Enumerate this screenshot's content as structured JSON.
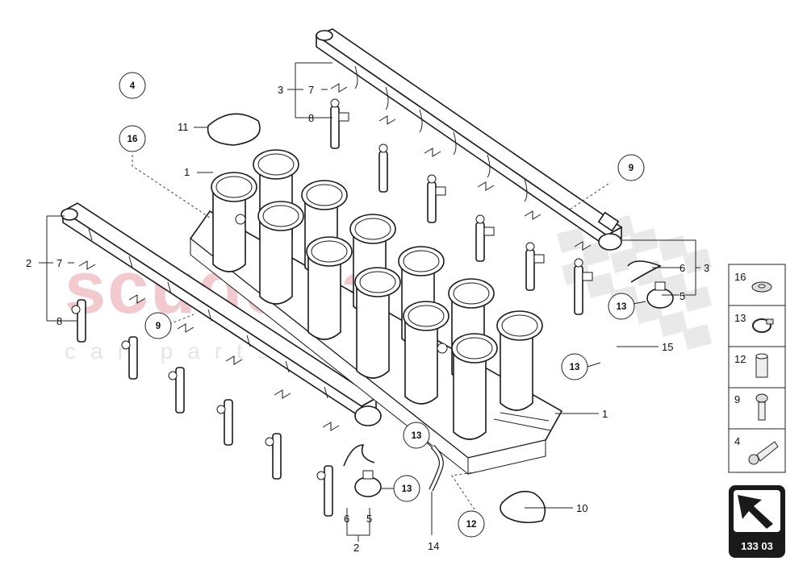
{
  "diagram_code": "133 03",
  "watermark": {
    "main": "scuderia",
    "sub": "car parts"
  },
  "callouts": {
    "c1a": "1",
    "c1b": "1",
    "c2a": "2",
    "c2b": "2",
    "c3a": "3",
    "c3b": "3",
    "c4": "4",
    "c5a": "5",
    "c5b": "5",
    "c6a": "6",
    "c6b": "6",
    "c7a": "7",
    "c7b": "7",
    "c8a": "8",
    "c8b": "8",
    "c9a": "9",
    "c9b": "9",
    "c10": "10",
    "c11": "11",
    "c12": "12",
    "c13a": "13",
    "c13b": "13",
    "c13c": "13",
    "c13d": "13",
    "c14": "14",
    "c15": "15",
    "c16": "16"
  },
  "legend": [
    {
      "number": "16",
      "icon": "washer-icon"
    },
    {
      "number": "13",
      "icon": "hose-clamp-icon"
    },
    {
      "number": "12",
      "icon": "sleeve-icon"
    },
    {
      "number": "9",
      "icon": "bolt-short-icon"
    },
    {
      "number": "4",
      "icon": "bolt-long-icon"
    }
  ]
}
